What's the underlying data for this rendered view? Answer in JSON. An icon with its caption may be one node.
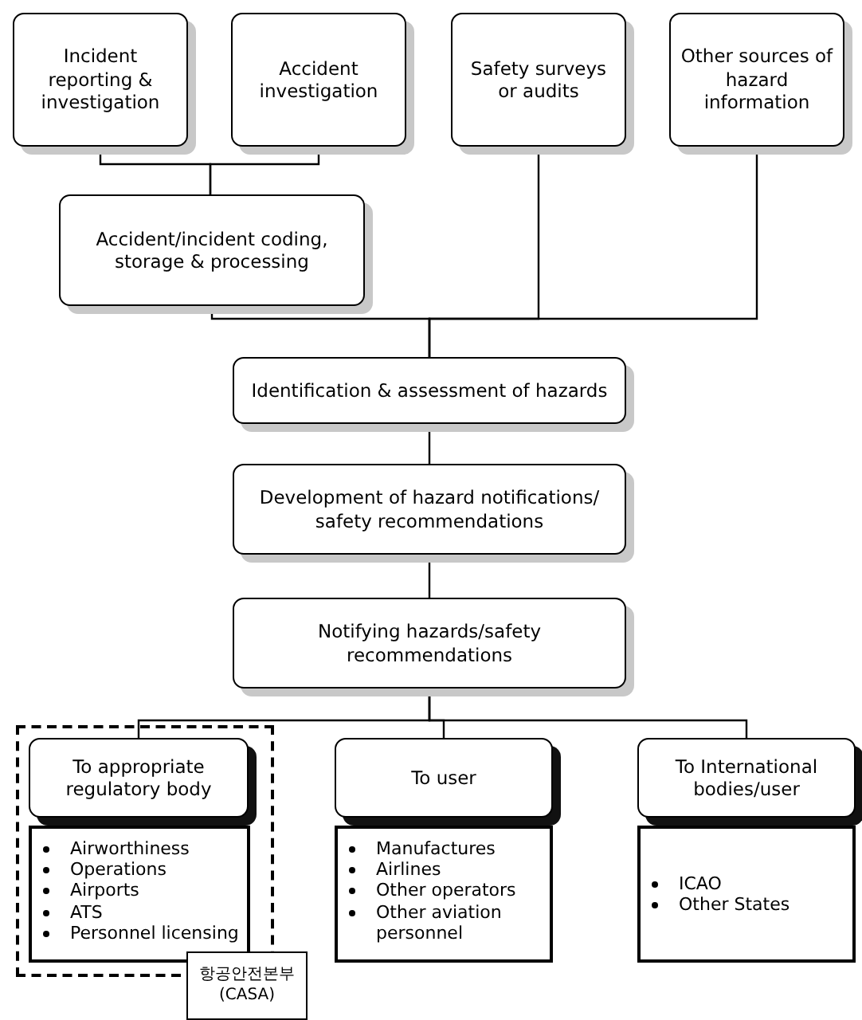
{
  "diagram": {
    "nodes": [
      {
        "text": [
          "Incident reporting & investigation"
        ]
      },
      {
        "text": [
          "Accident investigation"
        ]
      },
      {
        "text": [
          "Safety surveys or audits"
        ]
      },
      {
        "text": [
          "Other sources of hazard information"
        ]
      },
      {
        "text": [
          "Accident/incident coding, storage & processing"
        ]
      },
      {
        "text": [
          "Identification & assessment of hazards"
        ]
      },
      {
        "text": [
          "Development of hazard notifications/ safety recommendations"
        ]
      },
      {
        "text": [
          "Notifying hazards/safety recommendations"
        ]
      },
      {
        "text": [],
        "shape": "box"
      },
      {
        "text": [
          "To appropriate regulatory body"
        ],
        "in": 8
      },
      {
        "text": [
          "Airworthiness",
          "Operations",
          "Airports",
          "ATS",
          "Personnel licensing"
        ],
        "in": 8
      },
      {
        "text": [
          "To user"
        ]
      },
      {
        "text": [
          "Manufactures",
          "Airlines",
          "Other operators",
          "Other aviation personnel"
        ]
      },
      {
        "text": [
          "To International bodies/user"
        ]
      },
      {
        "text": [
          "ICAO",
          "Other States"
        ]
      },
      {
        "text": [
          "항공안전본부 (CASA)"
        ]
      }
    ],
    "edges": [
      {
        "from": 0,
        "to": 4,
        "arrow": "none"
      },
      {
        "from": 1,
        "to": 4,
        "arrow": "none"
      },
      {
        "from": 4,
        "to": 5,
        "arrow": "none"
      },
      {
        "from": 2,
        "to": 5,
        "arrow": "none"
      },
      {
        "from": 3,
        "to": 5,
        "arrow": "none"
      },
      {
        "from": 5,
        "to": 6,
        "arrow": "none"
      },
      {
        "from": 6,
        "to": 7,
        "arrow": "none"
      },
      {
        "from": 7,
        "to": 9,
        "arrow": "none"
      },
      {
        "from": 7,
        "to": 11,
        "arrow": "none"
      },
      {
        "from": 7,
        "to": 13,
        "arrow": "none"
      }
    ]
  }
}
